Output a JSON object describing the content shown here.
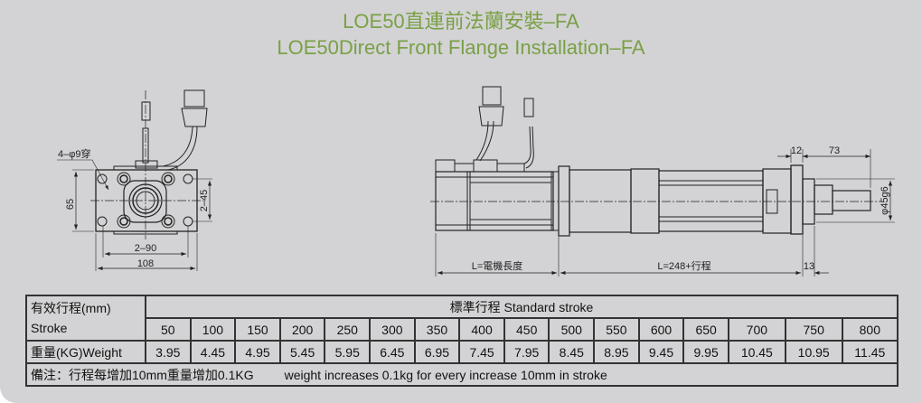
{
  "title": {
    "zh": "LOE50直連前法蘭安裝–FA",
    "en": "LOE50Direct Front Flange Installation–FA"
  },
  "colors": {
    "title": "#7aa046",
    "background": "#d3d3d5",
    "lines": "#222222"
  },
  "front_view": {
    "hole_label": "4–φ9穿",
    "dim_height": "65",
    "dim_vertical_pitch": "2–45",
    "dim_horizontal_pitch": "2–90",
    "dim_width": "108"
  },
  "side_view": {
    "dim_flange": "12",
    "dim_rod": "73",
    "dim_rod_dia": "φ45g6",
    "dim_motor_length": "L=電機長度",
    "dim_body_length": "L=248+行程",
    "dim_end": "13"
  },
  "table": {
    "stroke_header_zh": "有效行程(mm)",
    "stroke_header_en": "Stroke",
    "standard_stroke": "標準行程   Standard stroke",
    "weight_header": "重量(KG)Weight",
    "strokes": [
      "50",
      "100",
      "150",
      "200",
      "250",
      "300",
      "350",
      "400",
      "450",
      "500",
      "550",
      "600",
      "650",
      "700",
      "750",
      "800"
    ],
    "weights": [
      "3.95",
      "4.45",
      "4.95",
      "5.45",
      "5.95",
      "6.45",
      "6.95",
      "7.45",
      "7.95",
      "8.45",
      "8.95",
      "9.45",
      "9.95",
      "10.45",
      "10.95",
      "11.45"
    ],
    "note_zh": "備注：行程每增加10mm重量增加0.1KG",
    "note_en": "weight increases 0.1kg for every increase 10mm in stroke"
  }
}
